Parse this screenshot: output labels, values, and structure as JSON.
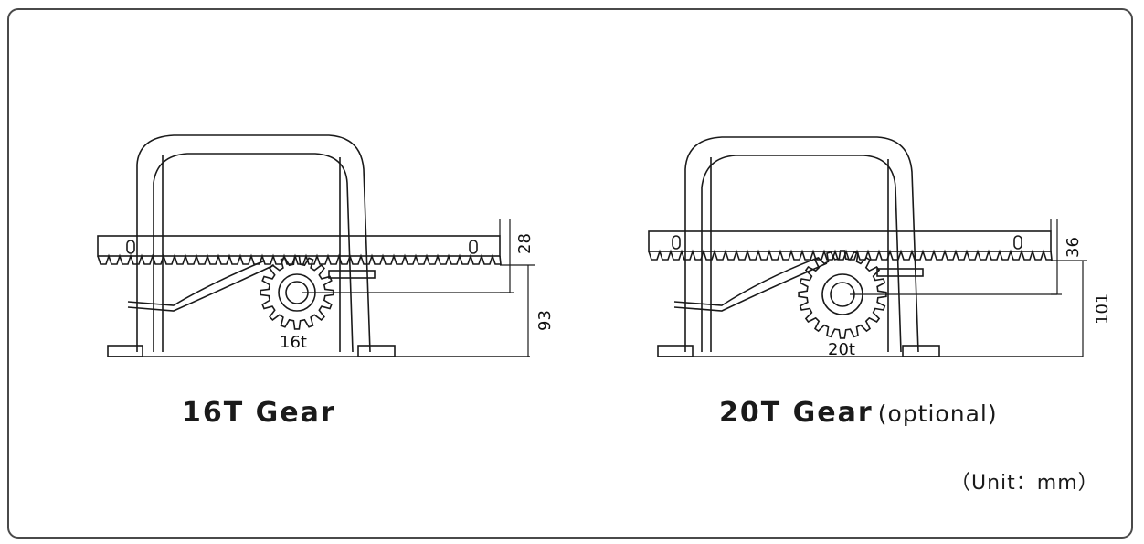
{
  "left_diagram": {
    "caption": "16T Gear",
    "gear_label": "16t",
    "dim_rack": "28",
    "dim_height": "93"
  },
  "right_diagram": {
    "caption": "20T Gear",
    "caption_suffix": "(optional)",
    "gear_label": "20t",
    "dim_rack": "36",
    "dim_height": "101"
  },
  "unit_note": "（Unit：mm）",
  "colors": {
    "line": "#1a1a1a",
    "frame": "#4a4a4a"
  },
  "gears": {
    "left_teeth": 16,
    "right_teeth": 20
  }
}
